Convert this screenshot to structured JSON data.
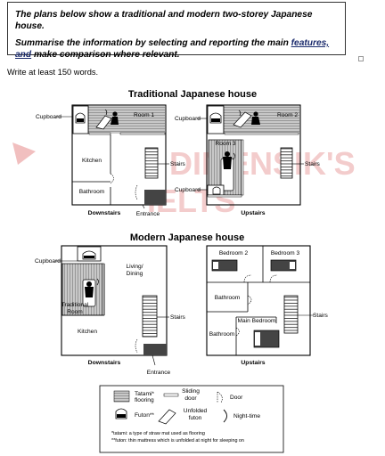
{
  "task": {
    "p1": "The plans below show a traditional and modern two-storey Japanese house.",
    "p2_a": "Summarise the information by selecting and reporting the main ",
    "p2_b": "features, and",
    "p2_c": " make comparison where relevant."
  },
  "instruction": "Write at least 150 words.",
  "watermark": {
    "line1": "DIMENSIK'S",
    "line2": "IELTS"
  },
  "traditional": {
    "title": "Traditional Japanese house",
    "downstairs": {
      "caption": "Downstairs",
      "cupboard": "Cupboard",
      "room1": "Room 1",
      "kitchen": "Kitchen",
      "bathroom": "Bathroom",
      "stairs": "Stairs",
      "entrance": "Entrance"
    },
    "upstairs": {
      "caption": "Upstairs",
      "cupboard_top": "Cupboard",
      "room2": "Room 2",
      "room3": "Room 3",
      "stairs": "Stairs",
      "cupboard_bottom": "Cupboard"
    }
  },
  "modern": {
    "title": "Modern Japanese house",
    "downstairs": {
      "caption": "Downstairs",
      "cupboard": "Cupboard",
      "living1": "Living/",
      "living2": "Dining",
      "trad1": "Traditional",
      "trad2": "Room",
      "kitchen": "Kitchen",
      "stairs": "Stairs",
      "entrance": "Entrance"
    },
    "upstairs": {
      "caption": "Upstairs",
      "bedroom2": "Bedroom 2",
      "bedroom3": "Bedroom 3",
      "bathroom1": "Bathroom",
      "main_bedroom": "Main Bedroom",
      "bathroom2": "Bathroom",
      "stairs": "Stairs"
    }
  },
  "legend": {
    "tatami1": "Tatami*",
    "tatami2": "flooring",
    "sliding1": "Sliding",
    "sliding2": "door",
    "door": "Door",
    "futon": "Futon**",
    "unfolded1": "Unfolded",
    "unfolded2": "futon",
    "night": "Night-time",
    "note1": "*tatami: a type of straw mat used as flooring",
    "note2": "**futon: thin mattress which is unfolded at night for sleeping on"
  }
}
